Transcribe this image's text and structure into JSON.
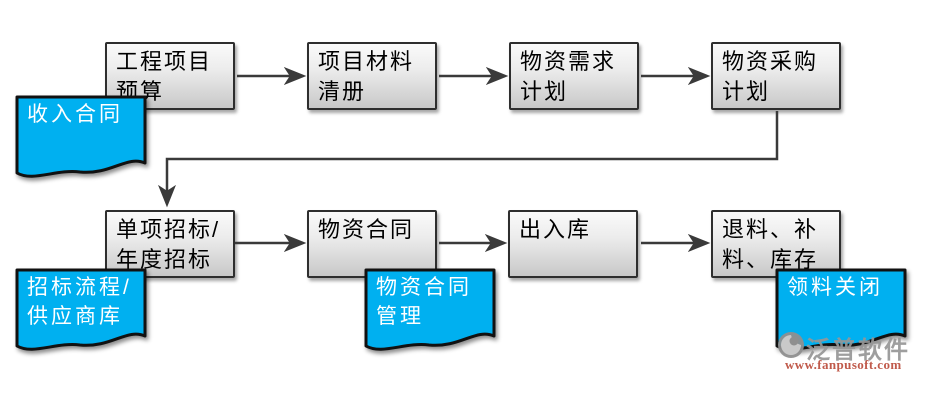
{
  "colors": {
    "flag_blue": "#00B0F0",
    "flag_border": "#111111",
    "box_border": "#2e2e2e",
    "arrow": "#3a3a3a",
    "watermark_gray": "#969696",
    "watermark_red": "#c05a4b"
  },
  "boxes": {
    "project_budget": "工程项目\n预算",
    "material_list": "项目材料\n清册",
    "material_demand_plan": "物资需求\n计划",
    "material_purchase_plan": "物资采购\n计划",
    "single_annual_bidding": "单项招标/\n年度招标",
    "material_contract": "物资合同",
    "in_out_warehouse": "出入库",
    "return_replenish_stock": "退料、补\n料、库存"
  },
  "flags": {
    "income_contract": "收入合同",
    "bidding_process_supplier_db": "招标流程/\n供应商库",
    "material_contract_mgmt": "物资合同\n管理",
    "material_requisition_close": "领料关闭"
  },
  "watermark": {
    "brand": "泛普软件",
    "url": "www.fanpusoft.com"
  }
}
